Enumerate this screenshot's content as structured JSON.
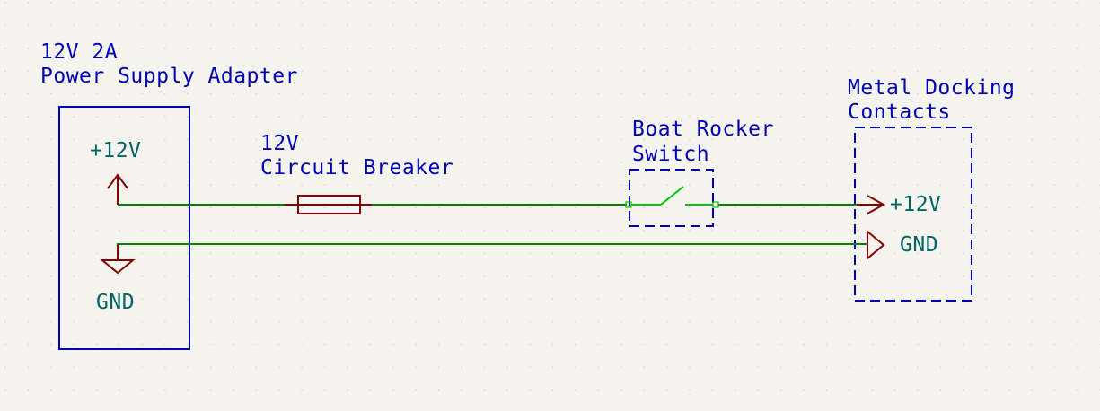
{
  "labels": {
    "psu_line1": "12V 2A",
    "psu_line2": "Power Supply Adapter",
    "psu_pos": "+12V",
    "psu_gnd": "GND",
    "breaker_line1": "12V",
    "breaker_line2": "Circuit Breaker",
    "switch_line1": "Boat Rocker",
    "switch_line2": "Switch",
    "dock_line1": "Metal Docking",
    "dock_line2": "Contacts",
    "dock_pos": "+12V",
    "dock_gnd": "GND"
  },
  "colors": {
    "background": "#f5f4ef",
    "grid_dot": "#d6d4cc",
    "wire": "#008400",
    "symbol": "#840000",
    "box_border": "#0000b4",
    "net_label": "#006464",
    "text": "#0000b4"
  }
}
